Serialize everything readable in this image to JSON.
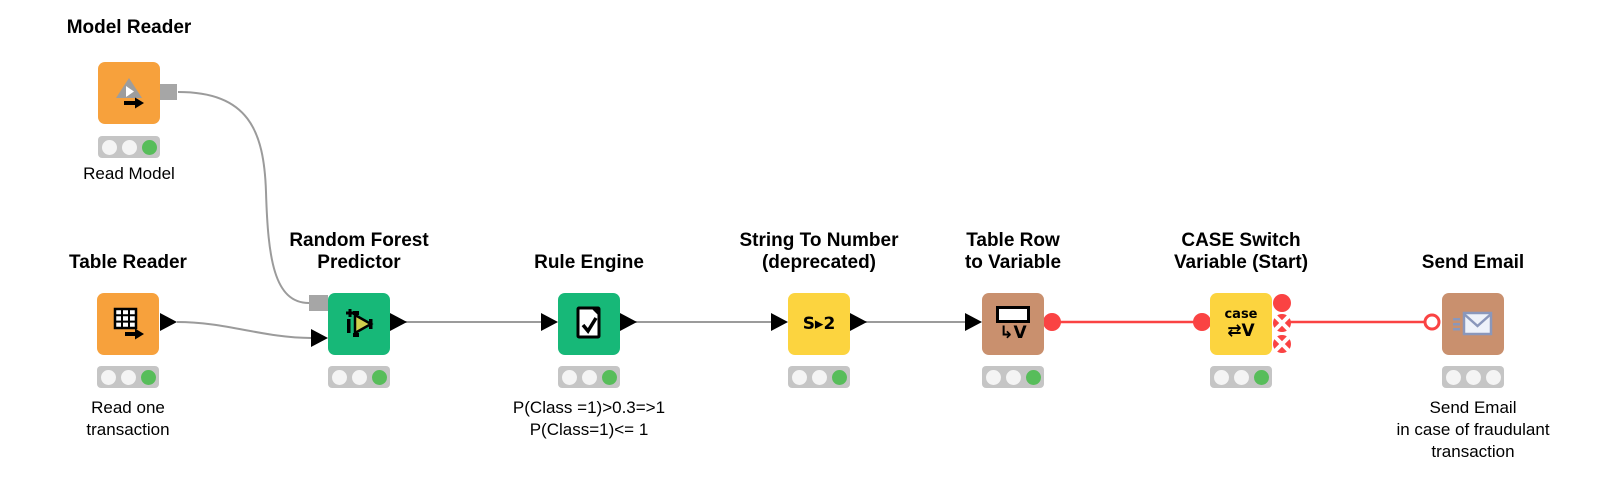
{
  "app": {
    "name": "KNIME workflow canvas"
  },
  "colors": {
    "node_orange": "#F7A13C",
    "node_green": "#17B878",
    "node_yellow": "#FCD43F",
    "node_tan": "#C9906E",
    "port_red": "#FA4343",
    "port_gray": "#A6A6A6",
    "wire_gray": "#9B9B9B",
    "status_green": "#57BD5A",
    "status_bg": "#C5C5C5"
  },
  "nodes": [
    {
      "title": "Model Reader",
      "label": "Read Model",
      "status": [
        "off",
        "off",
        "on"
      ]
    },
    {
      "title": "Table Reader",
      "label": "Read one\ntransaction",
      "status": [
        "off",
        "off",
        "on"
      ]
    },
    {
      "title": "Random Forest\nPredictor",
      "label": "",
      "status": [
        "off",
        "off",
        "on"
      ]
    },
    {
      "title": "Rule Engine",
      "label": "P(Class =1)>0.3=>1\nP(Class=1)<= 1",
      "status": [
        "off",
        "off",
        "on"
      ]
    },
    {
      "title": "String To Number\n(deprecated)",
      "label": "",
      "icon_text": "S▸2",
      "status": [
        "off",
        "off",
        "on"
      ]
    },
    {
      "title": "Table Row\nto Variable",
      "label": "",
      "icon_text": "↳V",
      "status": [
        "off",
        "off",
        "on"
      ]
    },
    {
      "title": "CASE Switch\nVariable (Start)",
      "label": "",
      "icon_text_top": "case",
      "icon_text": "⇄V",
      "status": [
        "off",
        "off",
        "on"
      ]
    },
    {
      "title": "Send Email",
      "label": "Send Email\nin case of fraudulant\ntransaction",
      "status": [
        "off",
        "off",
        "off"
      ]
    }
  ]
}
